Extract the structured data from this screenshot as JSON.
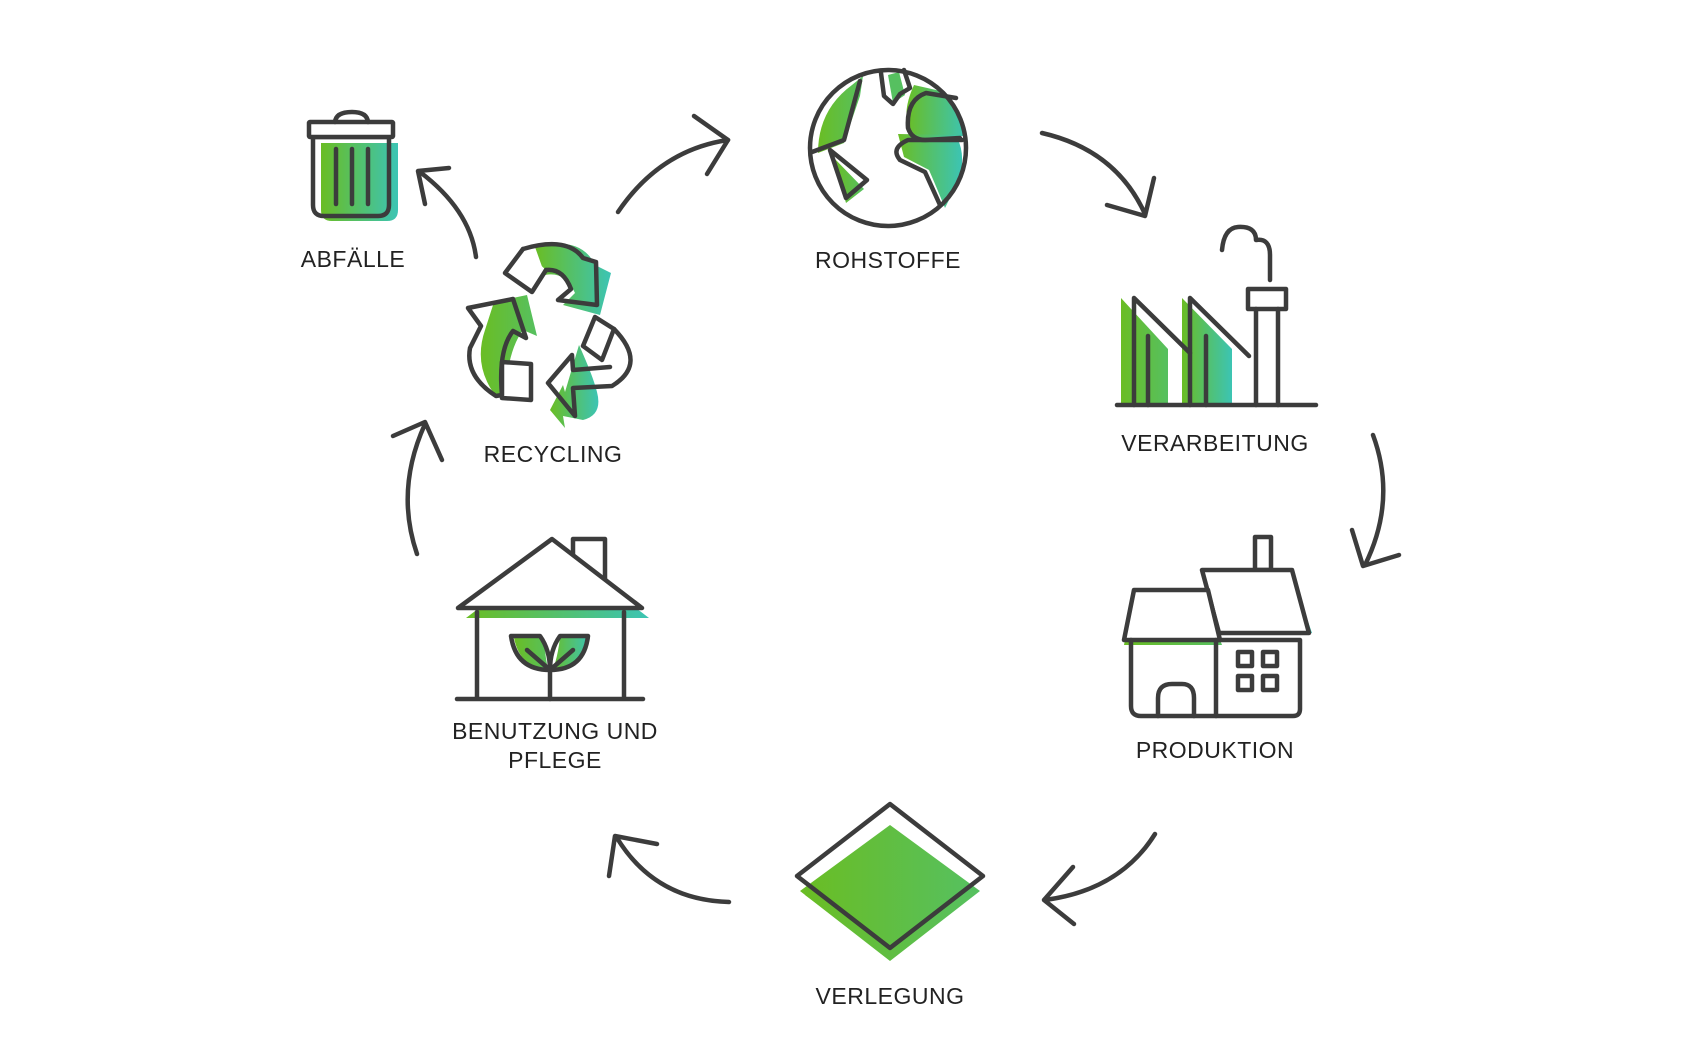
{
  "diagram": {
    "type": "lifecycle-cycle",
    "colors": {
      "gradient_start": "#6abd24",
      "gradient_end": "#3cc4b4",
      "outline": "#3c3c3c",
      "text": "#222222",
      "background": "#ffffff"
    },
    "stages": [
      {
        "id": "rohstoffe",
        "label": "ROHSTOFFE",
        "icon": "globe-icon"
      },
      {
        "id": "verarbeitung",
        "label": "VERARBEITUNG",
        "icon": "factory-icon"
      },
      {
        "id": "produktion",
        "label": "PRODUKTION",
        "icon": "houses-icon"
      },
      {
        "id": "verlegung",
        "label": "VERLEGUNG",
        "icon": "floor-tile-icon"
      },
      {
        "id": "benutzung",
        "label_line1": "BENUTZUNG UND",
        "label_line2": "PFLEGE",
        "icon": "house-plant-icon"
      },
      {
        "id": "recycling",
        "label": "RECYCLING",
        "icon": "recycle-icon"
      },
      {
        "id": "abfaelle",
        "label": "ABFÄLLE",
        "icon": "trash-can-icon"
      }
    ],
    "flow": [
      {
        "from": "rohstoffe",
        "to": "verarbeitung"
      },
      {
        "from": "verarbeitung",
        "to": "produktion"
      },
      {
        "from": "produktion",
        "to": "verlegung"
      },
      {
        "from": "verlegung",
        "to": "benutzung"
      },
      {
        "from": "benutzung",
        "to": "recycling"
      },
      {
        "from": "recycling",
        "to": "rohstoffe"
      },
      {
        "from": "recycling",
        "to": "abfaelle"
      }
    ]
  }
}
